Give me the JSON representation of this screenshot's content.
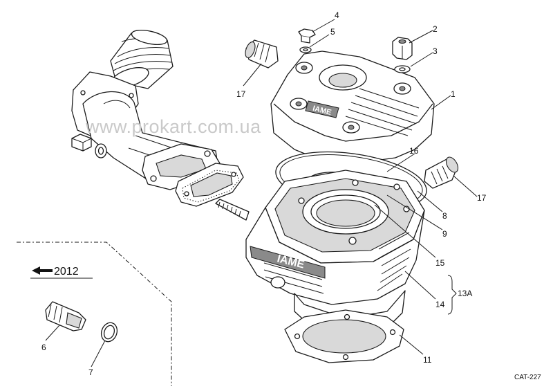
{
  "watermark": "www.prokart.com.ua",
  "brand_marks": {
    "head": "IAME",
    "cylinder": "IAME"
  },
  "catalog_ref": "CAT-227",
  "inset": {
    "year_label": "2012"
  },
  "callouts": {
    "c1": "1",
    "c2": "2",
    "c3": "3",
    "c4": "4",
    "c5": "5",
    "c6": "6",
    "c7": "7",
    "c8": "8",
    "c9": "9",
    "c11": "11",
    "c13a": "13A",
    "c14": "14",
    "c15": "15",
    "c16": "16",
    "c17a": "17",
    "c17b": "17"
  }
}
